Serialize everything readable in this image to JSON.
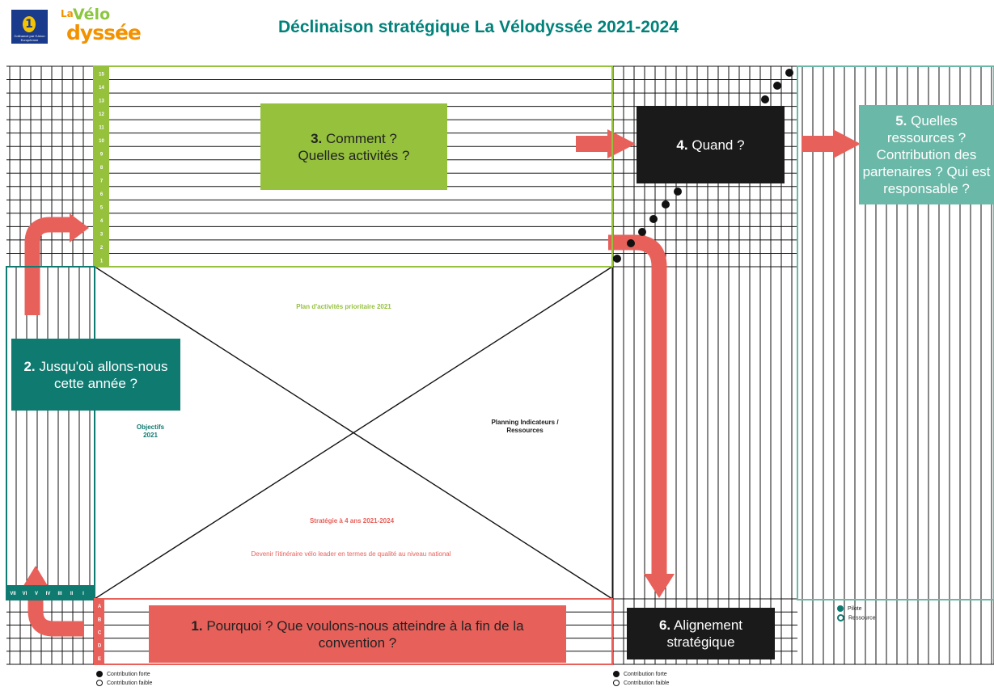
{
  "header": {
    "title": "Déclinaison stratégique La Vélodyssée 2021-2024",
    "eu_logo_number": "1",
    "eu_logo_tagline": "Cofinancé par l'Union Européenne",
    "velo_logo": {
      "la": "La",
      "velo": "Vélo",
      "dyssee": "dyssée"
    }
  },
  "steps": [
    {
      "num": "1.",
      "text": "Pourquoi ? Que voulons-nous atteindre à la fin de la convention ?"
    },
    {
      "num": "2.",
      "text": "Jusqu'où allons-nous cette année ?"
    },
    {
      "num": "3.",
      "text": "Comment ? Quelles activités ?"
    },
    {
      "num": "4.",
      "text": "Quand ?"
    },
    {
      "num": "5.",
      "text": "Quelles ressources ? Contribution des partenaires ? Qui est responsable ?"
    },
    {
      "num": "6.",
      "text": "Alignement stratégique"
    }
  ],
  "labels": {
    "plan": "Plan d'activités prioritaire 2021",
    "objectifs": "Objectifs 2021",
    "planning": "Planning Indicateurs / Ressources",
    "strategie_title": "Stratégie à 4 ans 2021-2024",
    "strategie_text": "Devenir l'itinéraire vélo leader en termes de qualité au niveau national"
  },
  "activity_numbers": [
    "15",
    "14",
    "13",
    "12",
    "11",
    "10",
    "9",
    "8",
    "7",
    "6",
    "5",
    "4",
    "3",
    "2",
    "1"
  ],
  "strategy_letters": [
    "A",
    "B",
    "C",
    "D",
    "E"
  ],
  "objective_numerals": [
    "VII",
    "VI",
    "V",
    "IV",
    "III",
    "II",
    "I"
  ],
  "legend_left": [
    {
      "label": "Contribution forte",
      "style": "filled"
    },
    {
      "label": "Contribution faible",
      "style": "hollow"
    }
  ],
  "legend_mid": [
    {
      "label": "Contribution forte",
      "style": "filled"
    },
    {
      "label": "Contribution faible",
      "style": "hollow"
    }
  ],
  "legend_right": [
    {
      "label": "Pilote",
      "style": "filled"
    },
    {
      "label": "Ressource",
      "style": "hollow"
    }
  ],
  "colors": {
    "title": "#00817a",
    "green": "#95c13d",
    "teal": "#0f7a70",
    "coral": "#e8605a",
    "black": "#1a1a1a",
    "mint": "#6ab8a8"
  }
}
